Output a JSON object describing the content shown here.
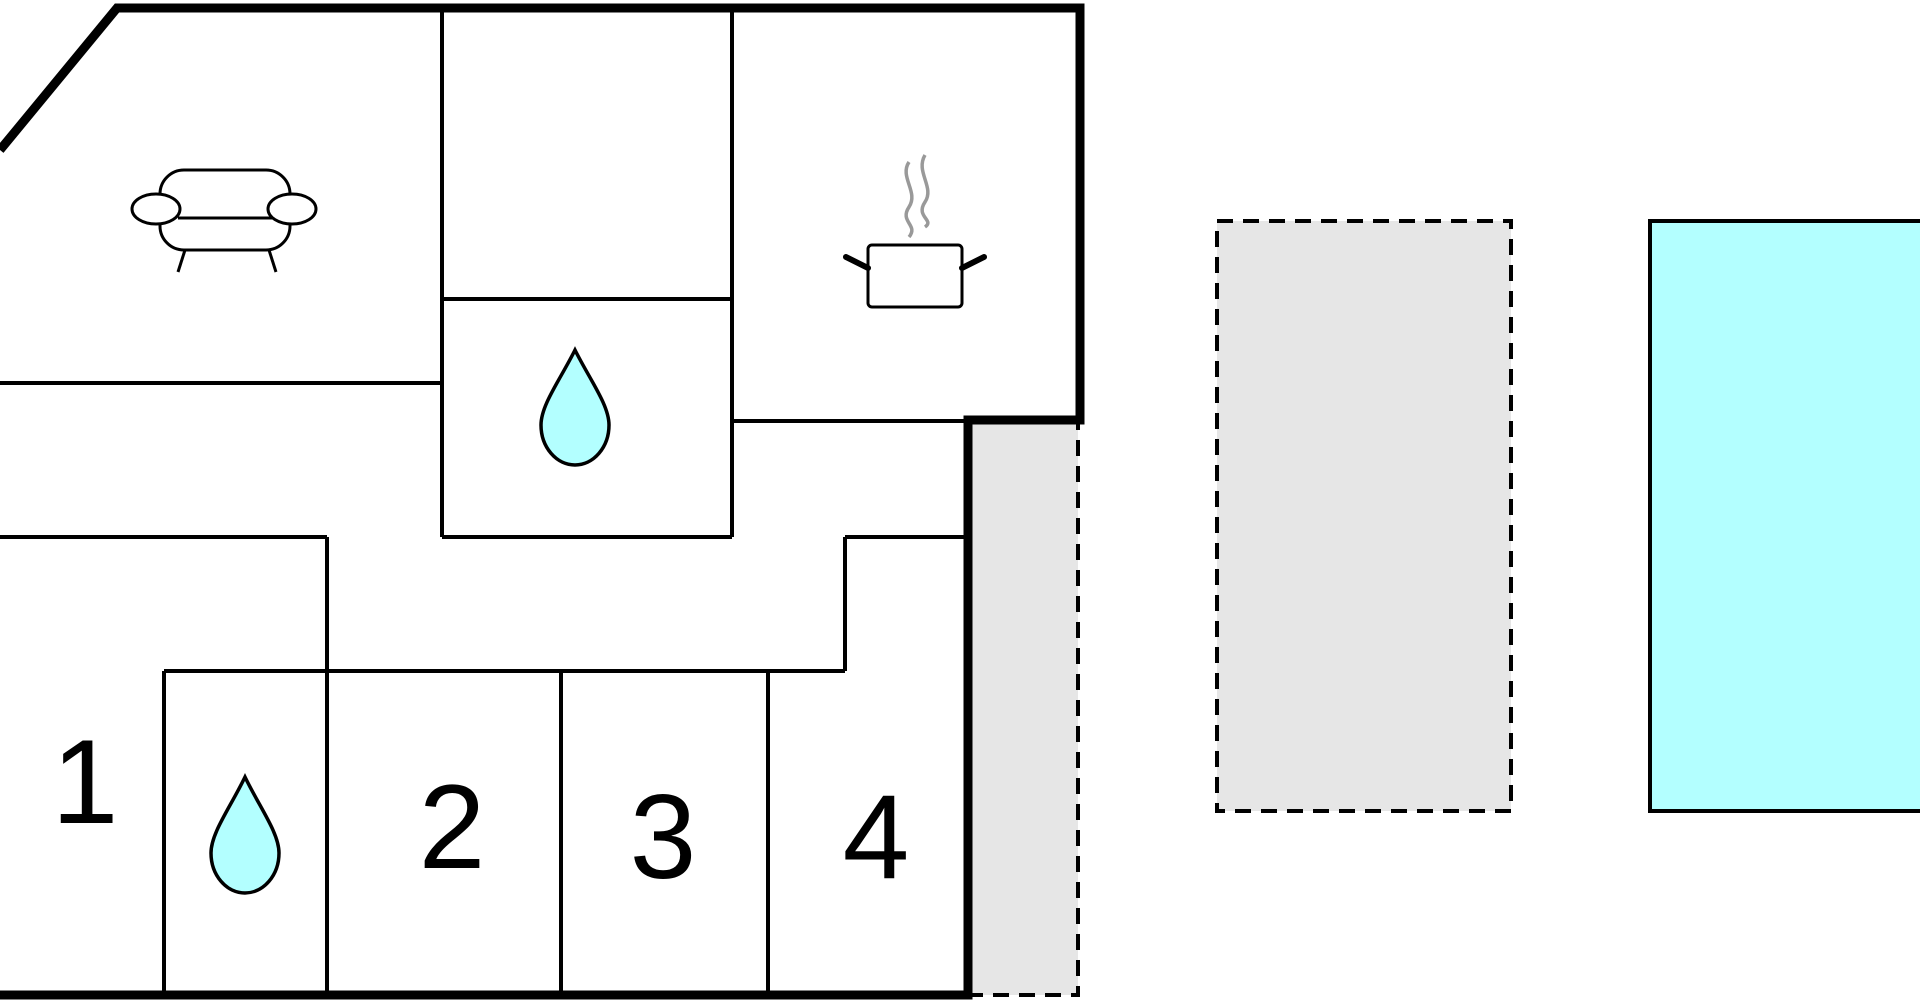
{
  "floor_plan": {
    "rooms": [
      {
        "key": "living-room",
        "icon": "sofa-icon"
      },
      {
        "key": "hallway",
        "icon": ""
      },
      {
        "key": "bathroom-upper",
        "icon": "water-drop-icon"
      },
      {
        "key": "kitchen",
        "icon": "cooking-pot-icon"
      },
      {
        "key": "bedroom-1",
        "number": "1"
      },
      {
        "key": "bathroom-lower",
        "icon": "water-drop-icon"
      },
      {
        "key": "bedroom-2",
        "number": "2"
      },
      {
        "key": "bedroom-3",
        "number": "3"
      },
      {
        "key": "bedroom-4",
        "number": "4"
      }
    ],
    "outdoor": [
      {
        "key": "terrace",
        "style": "dashed",
        "fill": "#e6e6e6"
      },
      {
        "key": "parking-area",
        "style": "dashed",
        "fill": "#e6e6e6"
      },
      {
        "key": "swimming-pool",
        "style": "solid",
        "fill": "#b3ffff"
      }
    ]
  },
  "colors": {
    "wall": "#000000",
    "water": "#b3ffff",
    "paved": "#e6e6e6",
    "steam": "#999999"
  }
}
